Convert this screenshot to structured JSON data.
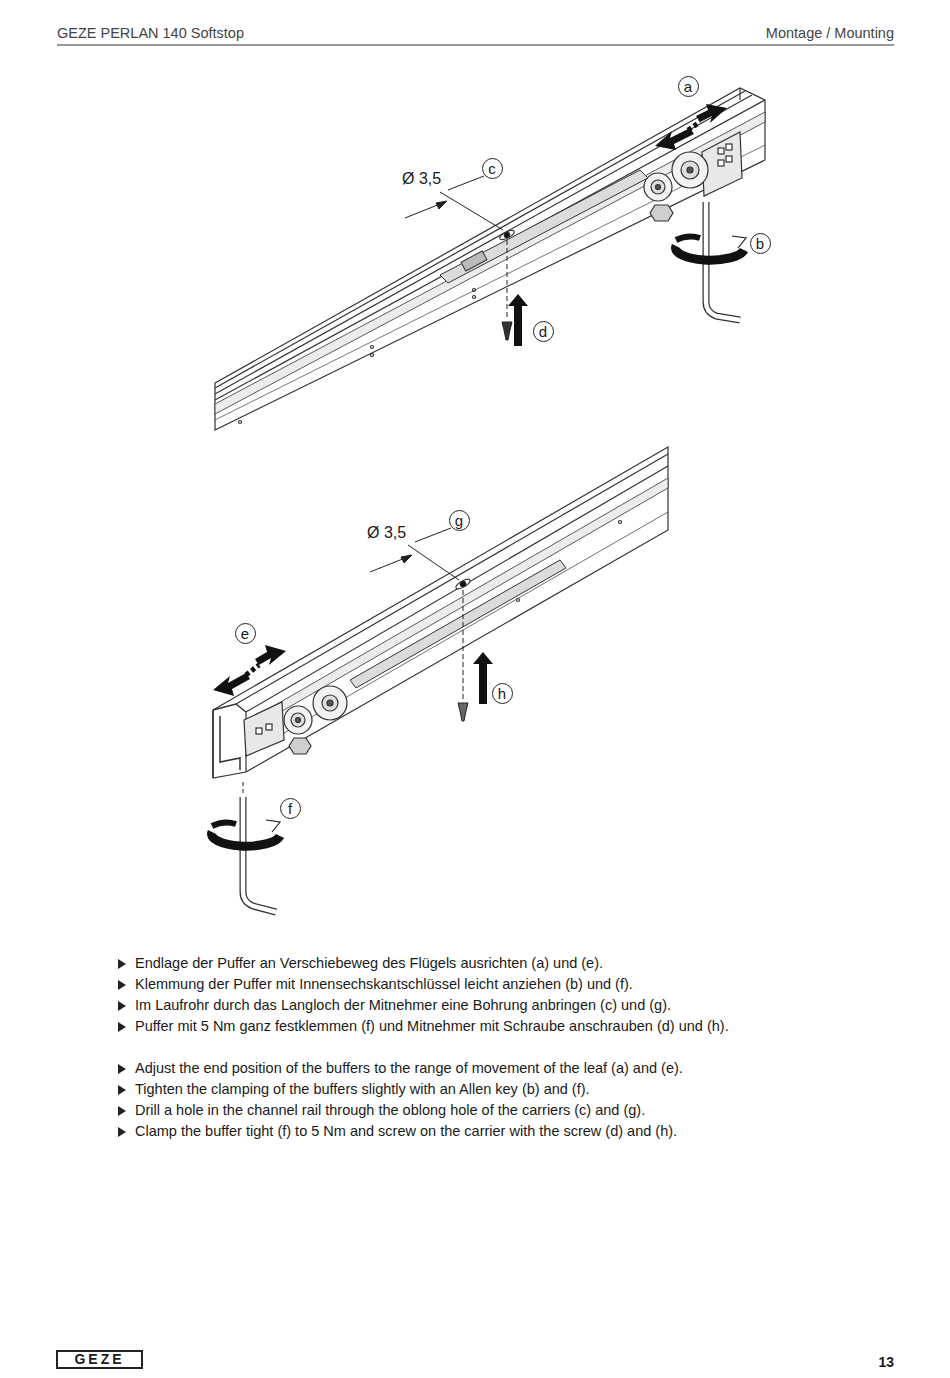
{
  "diagram": {
    "nodes": [
      {
        "text": [
          "a"
        ]
      },
      {
        "text": [
          "b"
        ]
      },
      {
        "text": [
          "c"
        ]
      },
      {
        "text": [
          "d"
        ]
      },
      {
        "text": [
          "e"
        ]
      },
      {
        "text": [
          "f"
        ]
      },
      {
        "text": [
          "g"
        ]
      },
      {
        "text": [
          "h"
        ]
      }
    ],
    "labels": [
      "GEZE PERLAN 140 Softstop",
      "Montage / Mounting",
      "Ø 3,5",
      "Ø 3,5",
      "Endlage der Puffer an Verschiebeweg des Flügels ausrichten (a) und (e).",
      "Klemmung der Puffer mit Innensechskantschlüssel leicht anziehen (b) und (f).",
      "Im Laufrohr durch das Langloch der Mitnehmer eine Bohrung anbringen (c) und (g).",
      "Puffer mit 5 Nm ganz festklemmen (f) und Mitnehmer mit Schraube anschrauben (d) und (h).",
      "Adjust the end position of the buffers to the range of movement of the leaf (a) and (e).",
      "Tighten the clamping of the buffers slightly with an Allen key (b) and (f).",
      "Drill a hole in the channel rail through the oblong hole of the carriers (c) and (g).",
      "Clamp the buffer tight (f) to 5 Nm and screw on the carrier with the screw (d) and (h).",
      "GEZE",
      "13"
    ]
  }
}
